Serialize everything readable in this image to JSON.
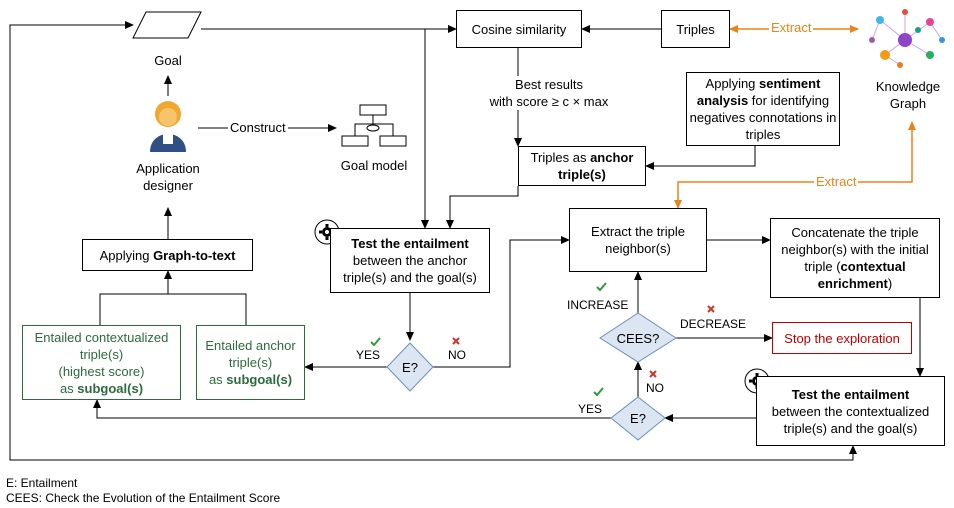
{
  "colors": {
    "arrow": "#000000",
    "orange": "#e8841a",
    "green": "#2d6a3e",
    "red": "#c00000",
    "decision_fill": "#dce6f2",
    "decision_border": "#6c8ebf"
  },
  "nodes": {
    "goal": "Goal",
    "application_designer": "Application designer",
    "construct": "Construct",
    "goal_model": "Goal model",
    "cosine_similarity": "Cosine similarity",
    "triples": "Triples",
    "extract_top": "Extract",
    "knowledge_graph": "Knowledge Graph",
    "best_results_line1": "Best results",
    "best_results_line2": "with score ≥ c × max",
    "sentiment_pre": "Applying ",
    "sentiment_bold": "sentiment analysis",
    "sentiment_post": " for identifying negatives connotations in triples",
    "anchor_pre": "Triples as ",
    "anchor_bold": "anchor triple(s)",
    "extract_mid": "Extract",
    "graph_to_text_pre": "Applying ",
    "graph_to_text_bold": "Graph-to-text",
    "test1_bold": "Test the entailment",
    "test1_rest": "between the anchor triple(s) and the goal(s)",
    "extract_neighbor": "Extract the triple neighbor(s)",
    "concat_pre": "Concatenate the triple neighbor(s) with the initial triple (",
    "concat_bold": "contextual enrichment",
    "concat_post": ")",
    "entailed_ctx_line1": "Entailed contextualized triple(s)",
    "entailed_ctx_line2": "(highest score)",
    "entailed_ctx_line3_pre": "as ",
    "entailed_ctx_line3_bold": "subgoal(s)",
    "entailed_anchor_line1": "Entailed anchor triple(s)",
    "entailed_anchor_line2_pre": "as ",
    "entailed_anchor_line2_bold": "subgoal(s)",
    "decision_e1": "E?",
    "decision_cees": "CEES?",
    "decision_e2": "E?",
    "yes1": "YES",
    "no1": "NO",
    "increase": "INCREASE",
    "decrease": "DECREASE",
    "no2": "NO",
    "yes2": "YES",
    "stop": "Stop the exploration",
    "test2_bold": "Test the entailment",
    "test2_rest": "between the contextualized triple(s) and the goal(s)"
  },
  "legend": {
    "line1": "E: Entailment",
    "line2": "CEES: Check the Evolution of the Entailment Score"
  },
  "icons": [
    "user-icon",
    "goal-model-icon",
    "knowledge-graph-icon",
    "gear-icon",
    "check-icon",
    "cross-icon"
  ]
}
